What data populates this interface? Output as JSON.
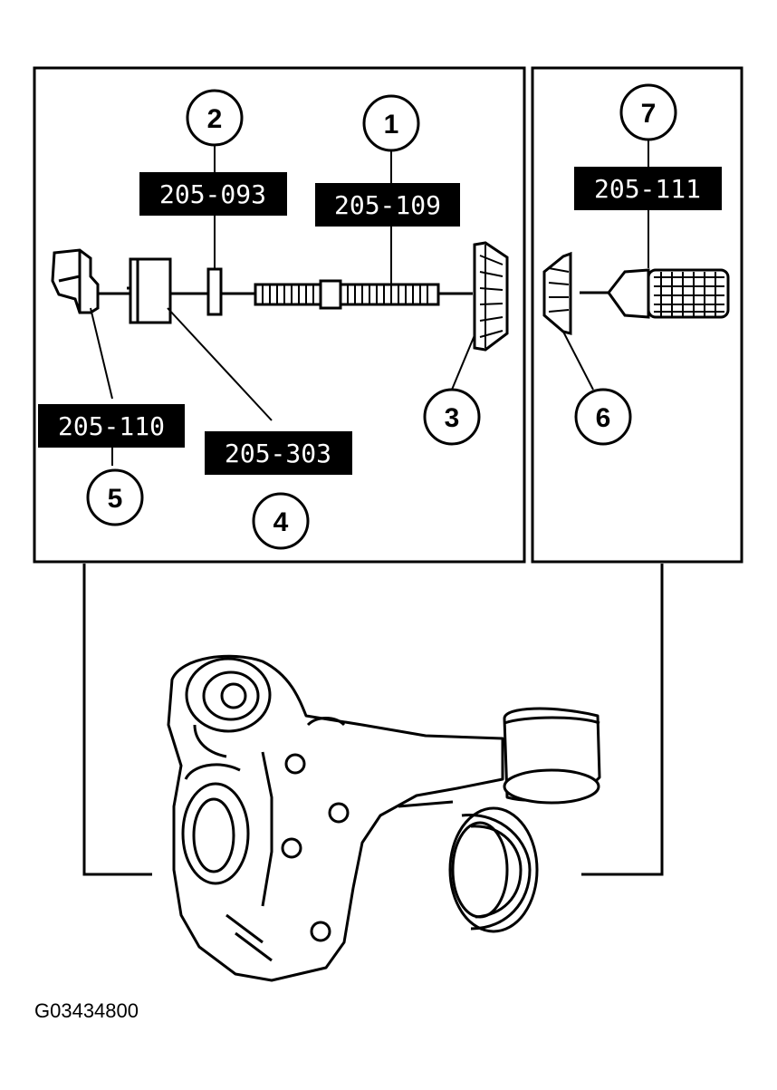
{
  "callouts": [
    {
      "number": "1",
      "tool": "205-109"
    },
    {
      "number": "2",
      "tool": "205-093"
    },
    {
      "number": "3",
      "tool": ""
    },
    {
      "number": "4",
      "tool": "205-303"
    },
    {
      "number": "5",
      "tool": "205-110"
    },
    {
      "number": "6",
      "tool": ""
    },
    {
      "number": "7",
      "tool": "205-111"
    }
  ],
  "figure_id": "G03434800",
  "colors": {
    "ink": "#000000",
    "paper": "#ffffff"
  }
}
